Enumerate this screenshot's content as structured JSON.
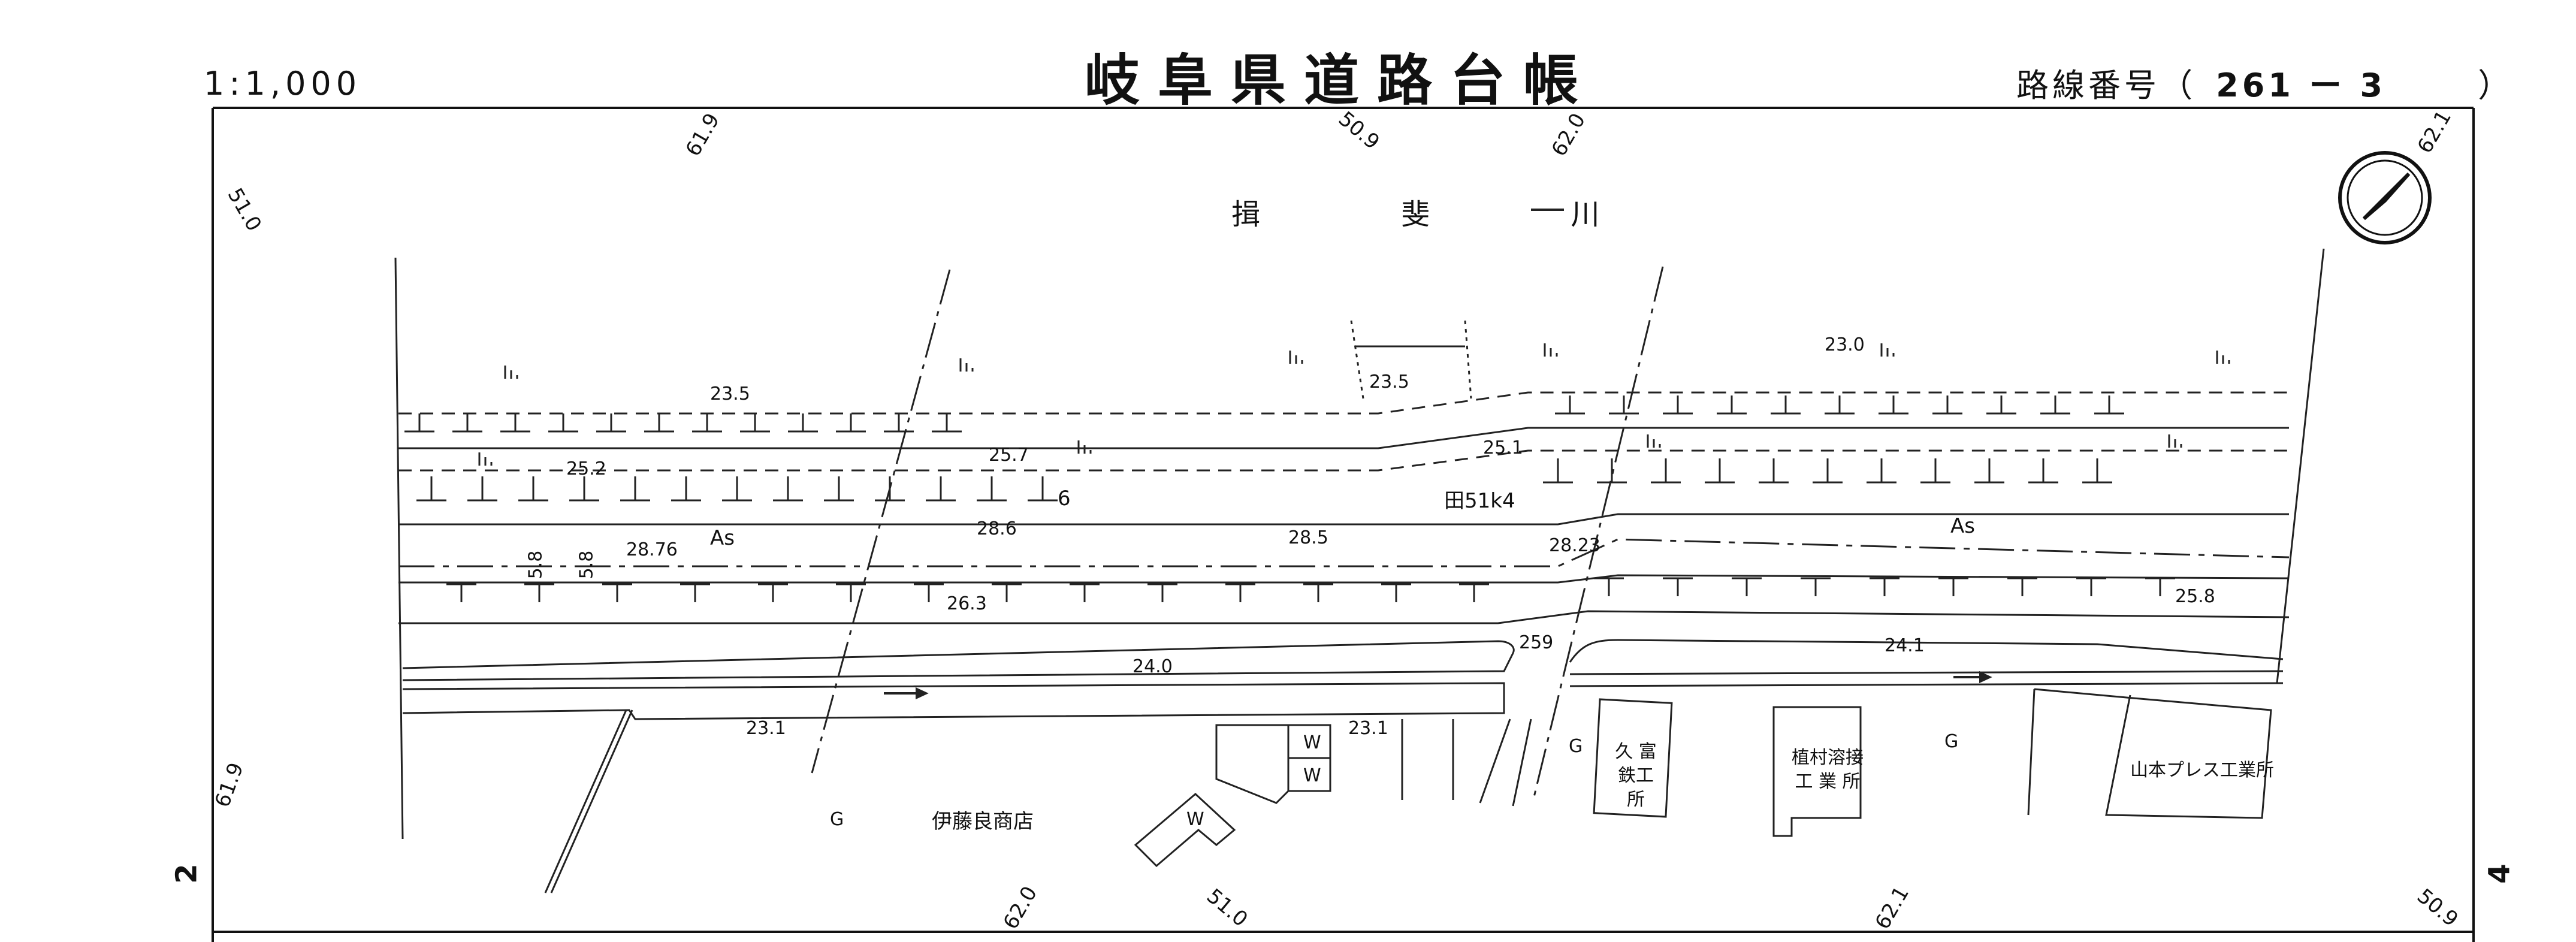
{
  "header": {
    "title": "岐阜県道路台帳",
    "scale": "1:1,000",
    "route_label": "路線番号（",
    "route_number": "261 ー 3",
    "route_close": "）"
  },
  "river": {
    "name": "揖 斐 川",
    "arrow": "→"
  },
  "north_arrow_icon": "north-arrow-icon",
  "grid_labels": {
    "top": [
      "61.9",
      "50.9",
      "62.0",
      "62.1"
    ],
    "left": [
      "51.0",
      "61.9"
    ],
    "bottom": [
      "62.0",
      "51.0",
      "62.1",
      "50.9"
    ]
  },
  "elevations": {
    "e23_5a": "23.5",
    "e23_5b": "23.5",
    "e23_0": "23.0",
    "e25_2": "25.2",
    "e25_7": "25.7",
    "e25_1": "25.1",
    "e28_76": "28.76",
    "e28_6": "28.6",
    "e28_5": "28.5",
    "e28_23": "28.23",
    "e26_3": "26.3",
    "e25_8": "25.8",
    "e24_0": "24.0",
    "e24_1": "24.1",
    "e23_1a": "23.1",
    "e23_1b": "23.1",
    "e259": "259"
  },
  "road": {
    "surface_left": "As",
    "surface_right": "As",
    "lane_no": "6",
    "kilo_post": "田51k4",
    "width_a": "5.8",
    "width_b": "5.8"
  },
  "buildings": {
    "ito": "伊藤良商店",
    "kutomi_a": "久 富",
    "kutomi_b": "鉄工所",
    "uemura_a": "植村溶接",
    "uemura_b": "工 業 所",
    "yamamoto": "山本プレス工業所",
    "w1": "W",
    "w2": "W",
    "w3": "W",
    "g1": "G",
    "g2": "G",
    "g3": "G"
  },
  "sheet_side": {
    "left": "2",
    "right": "4"
  }
}
